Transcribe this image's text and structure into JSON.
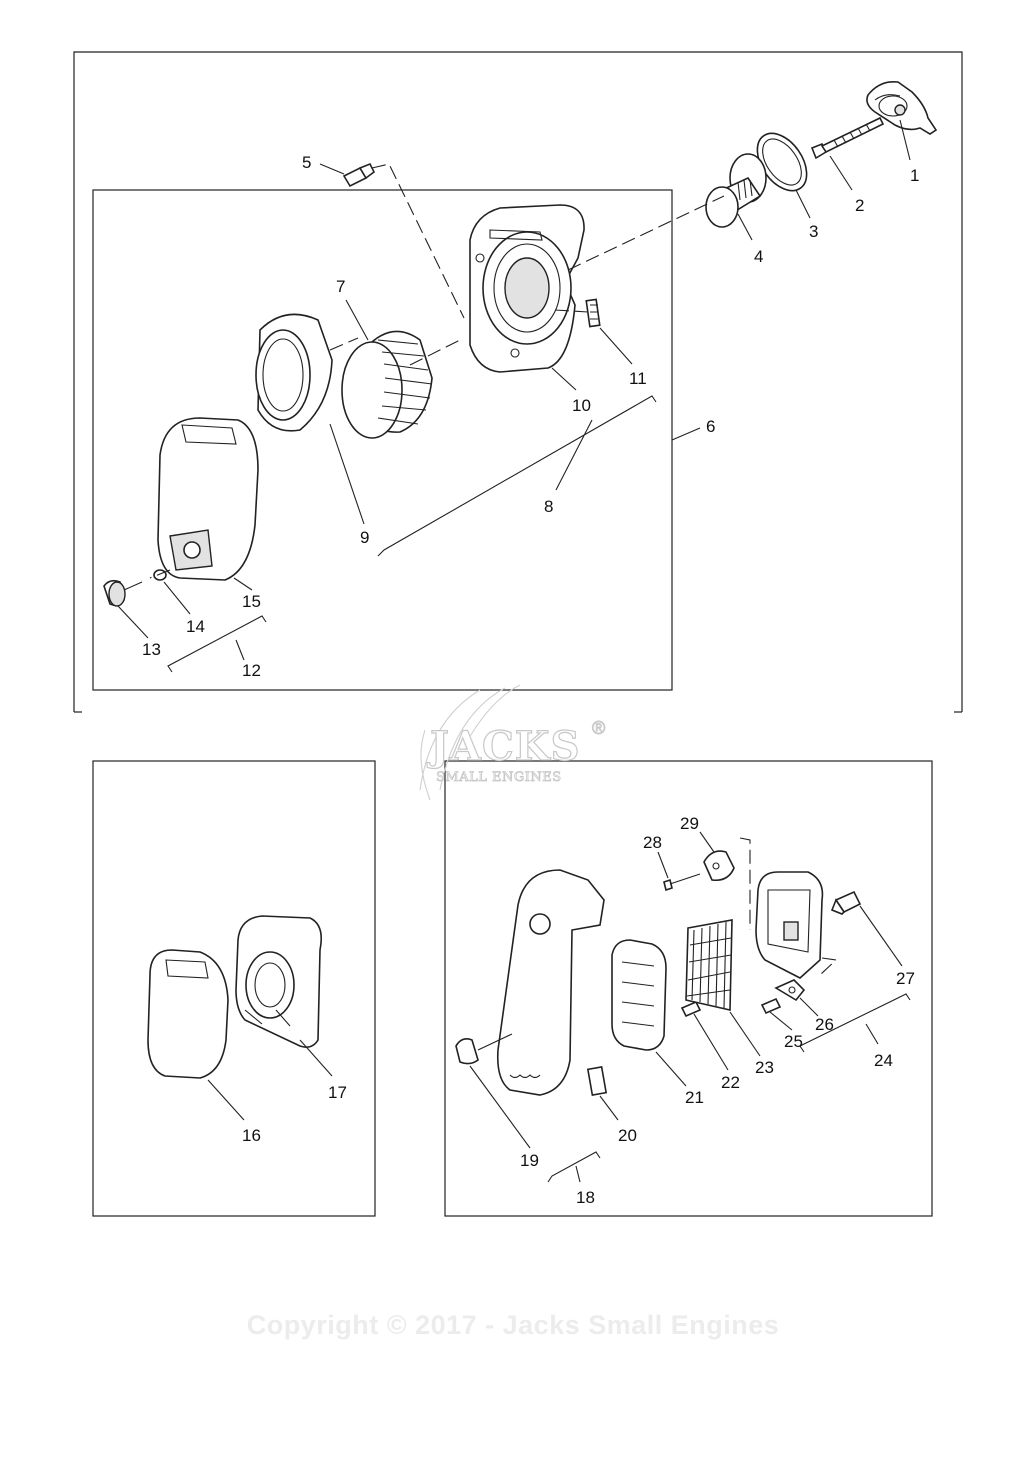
{
  "diagram": {
    "part_numbers": [
      "1",
      "2",
      "3",
      "4",
      "5",
      "6",
      "7",
      "8",
      "9",
      "10",
      "11",
      "12",
      "13",
      "14",
      "15",
      "16",
      "17",
      "18",
      "19",
      "20",
      "21",
      "22",
      "23",
      "24",
      "25",
      "26",
      "27",
      "28",
      "29"
    ]
  },
  "watermark": {
    "brand": "JACKS",
    "tagline": "SMALL ENGINES",
    "registered": "®",
    "copyright": "Copyright © 2017 - Jacks Small Engines"
  }
}
